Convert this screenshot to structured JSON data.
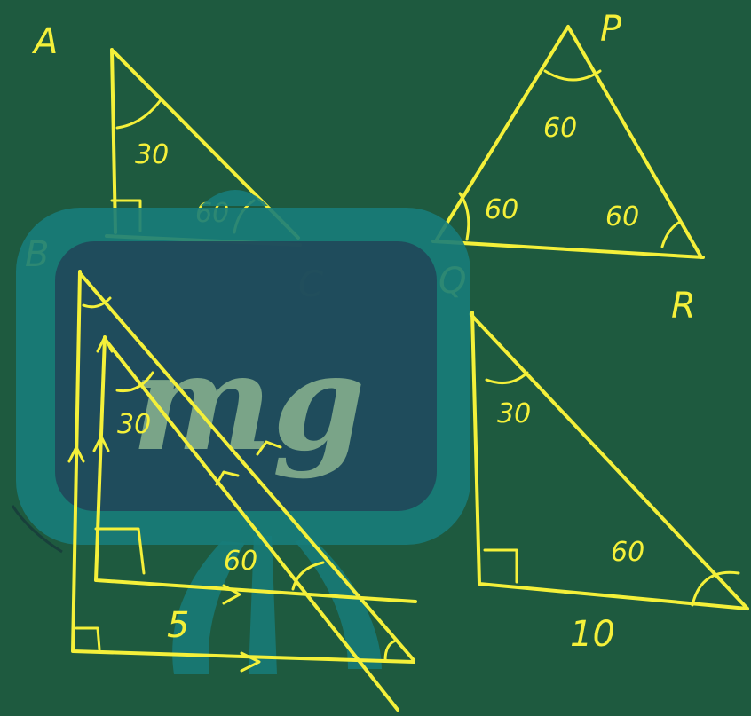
{
  "colors": {
    "board": "#1e5a3f",
    "chalk": "#f4f03a",
    "logo_frame": "#177c7a",
    "logo_screen": "#21495a",
    "logo_text": "#7aa488"
  },
  "triangle_abc": {
    "vertices": [
      "A",
      "B",
      "C"
    ],
    "angle_a": "30",
    "angle_c": "60"
  },
  "triangle_pqr": {
    "vertices": [
      "P",
      "Q",
      "R"
    ],
    "angle_p": "60",
    "angle_q": "60",
    "angle_r": "60"
  },
  "triangle_right": {
    "angle_top": "30",
    "angle_bottom": "60",
    "base": "10"
  },
  "triangle_lower_left": {
    "angle_top": "30",
    "angle_bottom": "60",
    "side": "5"
  },
  "watermark": {
    "text": "mg"
  }
}
